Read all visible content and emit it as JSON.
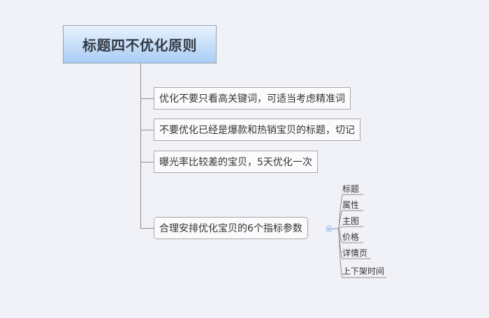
{
  "mindmap": {
    "root": {
      "label": "标题四不优化原则"
    },
    "branches": [
      {
        "label": "优化不要只看高关键词，可适当考虑精准词"
      },
      {
        "label": "不要优化已经是爆款和热销宝贝的标题，切记"
      },
      {
        "label": "曝光率比较差的宝贝，5天优化一次"
      },
      {
        "label": "合理安排优化宝贝的6个指标参数",
        "children": [
          {
            "label": "标题"
          },
          {
            "label": "属性"
          },
          {
            "label": "主图"
          },
          {
            "label": "价格"
          },
          {
            "label": "详情页"
          },
          {
            "label": "上下架时间"
          }
        ]
      }
    ]
  },
  "colors": {
    "background": "#f1f2f7",
    "root_gradient_top": "#e9f2fd",
    "root_gradient_bottom": "#a9cdf4",
    "connector": "#8e8e8e"
  }
}
